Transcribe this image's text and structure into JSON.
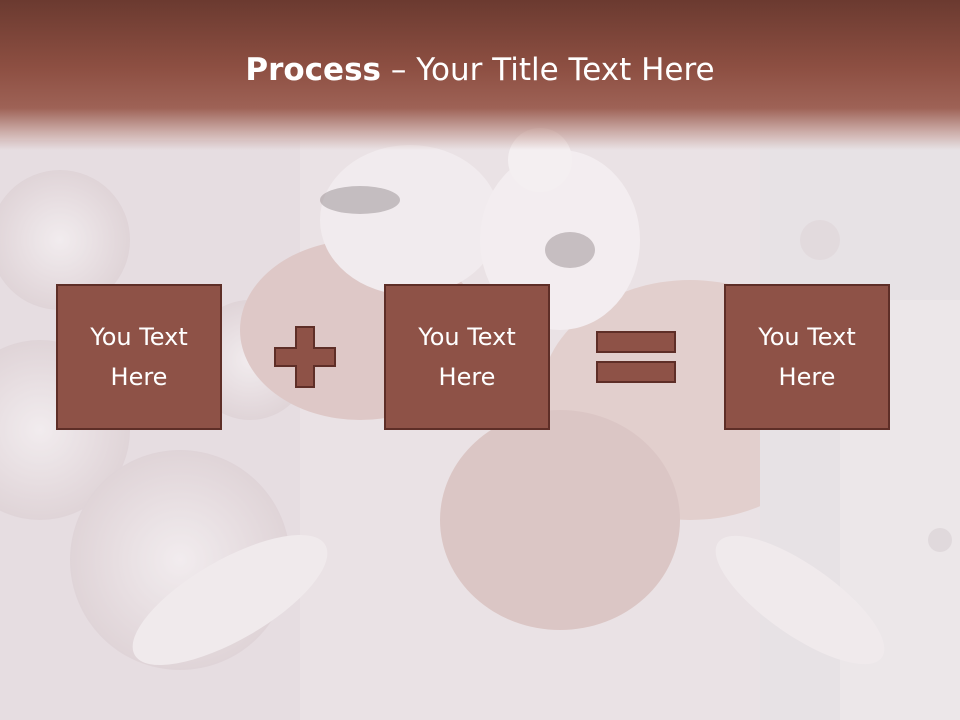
{
  "slide": {
    "title_bold": "Process",
    "title_dash": " – ",
    "title_rest": "Your Title Text Here"
  },
  "boxes": [
    {
      "text": "You Text Here"
    },
    {
      "text": "You Text Here"
    },
    {
      "text": "You Text Here"
    }
  ],
  "operators": [
    "plus",
    "equals"
  ],
  "colors": {
    "header": "#8d4f42",
    "box_fill": "#8e5247",
    "box_border": "#5e2e27",
    "operator": "#8e5247",
    "text": "#ffffff"
  }
}
